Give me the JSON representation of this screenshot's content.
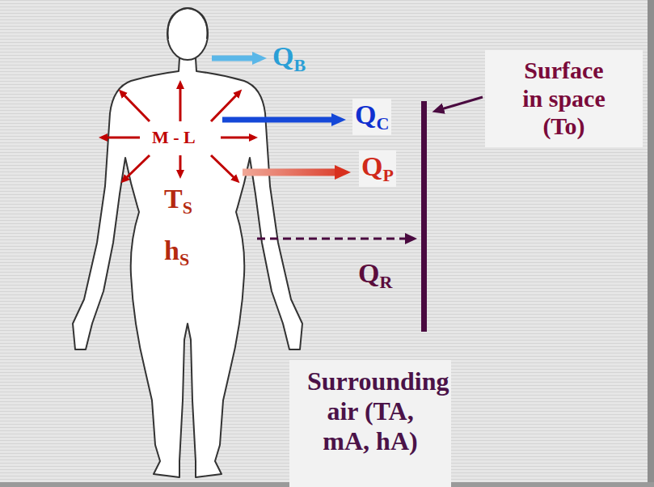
{
  "diagram": {
    "nodes": [
      {
        "text": [
          "Surface in space (To)"
        ]
      },
      {
        "text": [
          "Surrounding air (TA, mA, hA)"
        ]
      },
      {
        "text": [
          "M - L"
        ]
      },
      {
        "text": [
          "TS"
        ]
      },
      {
        "text": [
          "hS"
        ]
      }
    ],
    "labels": [
      "QB",
      "QC",
      "QP",
      "QR"
    ]
  }
}
